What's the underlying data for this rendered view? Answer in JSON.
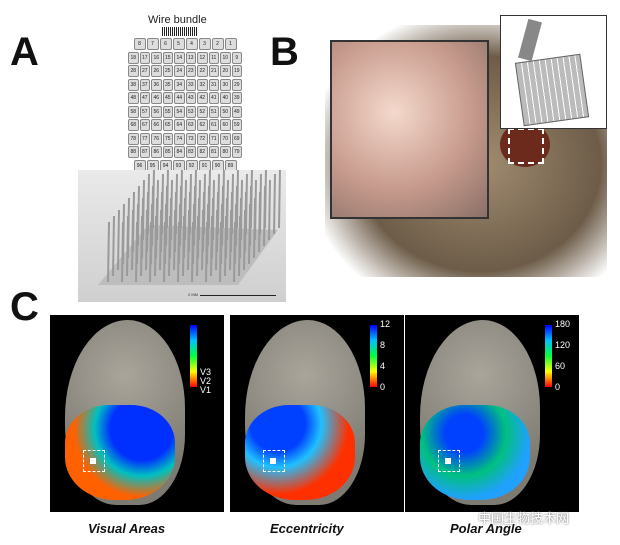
{
  "panels": {
    "a": "A",
    "b": "B",
    "c": "C"
  },
  "panel_a": {
    "title": "Wire bundle",
    "grid_rows": [
      [
        "8",
        "7",
        "6",
        "5",
        "4",
        "3",
        "2",
        "1"
      ],
      [
        "18",
        "17",
        "16",
        "15",
        "14",
        "13",
        "12",
        "11",
        "10",
        "9"
      ],
      [
        "28",
        "27",
        "26",
        "25",
        "24",
        "23",
        "22",
        "21",
        "20",
        "19"
      ],
      [
        "38",
        "37",
        "36",
        "35",
        "34",
        "33",
        "32",
        "31",
        "30",
        "29"
      ],
      [
        "48",
        "47",
        "46",
        "45",
        "44",
        "43",
        "42",
        "41",
        "40",
        "39"
      ],
      [
        "58",
        "57",
        "56",
        "55",
        "54",
        "53",
        "52",
        "51",
        "50",
        "49"
      ],
      [
        "68",
        "67",
        "66",
        "65",
        "64",
        "63",
        "62",
        "61",
        "60",
        "59"
      ],
      [
        "78",
        "77",
        "76",
        "75",
        "74",
        "73",
        "72",
        "71",
        "70",
        "69"
      ],
      [
        "88",
        "87",
        "86",
        "85",
        "84",
        "83",
        "82",
        "81",
        "80",
        "79"
      ],
      [
        "96",
        "95",
        "94",
        "93",
        "92",
        "91",
        "90",
        "89"
      ]
    ],
    "scale_label": "2 MM"
  },
  "panel_c": [
    {
      "caption": "Visual Areas",
      "ticks": [
        "V3",
        "V2",
        "V1"
      ]
    },
    {
      "caption": "Eccentricity",
      "ticks": [
        "12",
        "8",
        "4",
        "0"
      ]
    },
    {
      "caption": "Polar Angle",
      "ticks": [
        "180",
        "120",
        "60",
        "0"
      ]
    }
  ],
  "watermark": "中国生物技术网"
}
